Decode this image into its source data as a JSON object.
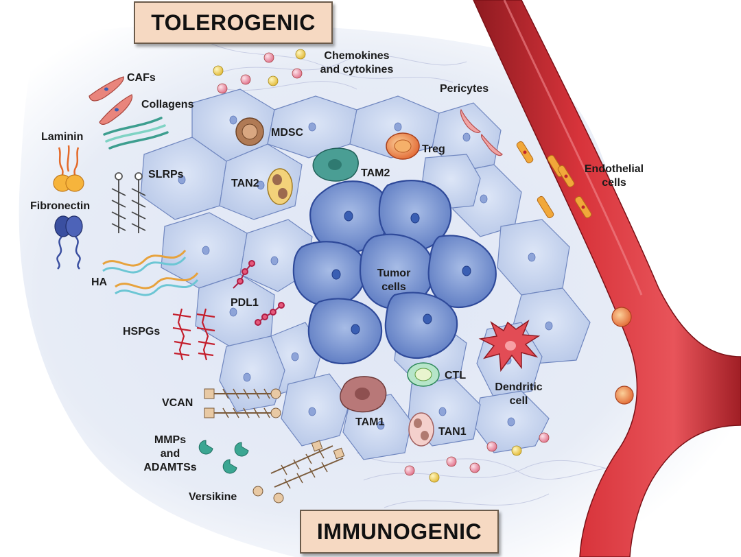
{
  "banners": {
    "top": "TOLEROGENIC",
    "bottom": "IMMUNOGENIC"
  },
  "labels": {
    "chemokines": "Chemokines\nand cytokines",
    "cafs": "CAFs",
    "collagens": "Collagens",
    "laminin": "Laminin",
    "slrps": "SLRPs",
    "fibronectin": "Fibronectin",
    "ha": "HA",
    "pdl1": "PDL1",
    "hspgs": "HSPGs",
    "vcan": "VCAN",
    "mmps": "MMPs\nand\nADAMTSs",
    "versikine": "Versikine",
    "mdsc": "MDSC",
    "tan2": "TAN2",
    "tam2": "TAM2",
    "treg": "Treg",
    "pericytes": "Pericytes",
    "endothelial": "Endothelial\ncells",
    "tumor": "Tumor\ncells",
    "ctl": "CTL",
    "dendritic": "Dendritic\ncell",
    "tam1": "TAM1",
    "tan1": "TAN1"
  },
  "colors": {
    "tumor_cell": "#6a86c8",
    "tissue_cell": "#c9d6ef",
    "vessel": "#c0242c",
    "banner_fill": "#f6d9c2",
    "cytokine_pink": "#f2a6b6",
    "cytokine_yellow": "#f4dc6a"
  }
}
